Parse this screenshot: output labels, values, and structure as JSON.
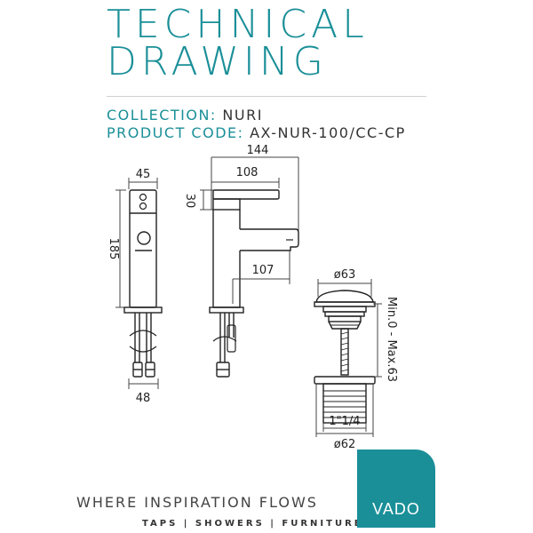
{
  "header": {
    "title_line1": "TECHNICAL",
    "title_line2": "DRAWING",
    "collection_label": "COLLECTION:",
    "collection_value": "NURI",
    "product_code_label": "PRODUCT CODE:",
    "product_code_value": "AX-NUR-100/CC-CP"
  },
  "dimensions": {
    "front_width": "45",
    "front_height": "185",
    "front_base": "48",
    "side_width": "144",
    "handle_length": "108",
    "handle_height": "30",
    "spout_reach": "107",
    "waste_top_dia": "ø63",
    "waste_adjust": "Min.0 - Max.63",
    "waste_thread": "1\"1/4",
    "waste_bottom_dia": "ø62"
  },
  "footer": {
    "tagline": "WHERE INSPIRATION FLOWS",
    "categories": "TAPS | SHOWERS | FURNITURE",
    "logo_text": "VADO"
  },
  "colors": {
    "brand_teal": "#1a8f98",
    "line": "#222222",
    "dimension_line": "#444444"
  }
}
